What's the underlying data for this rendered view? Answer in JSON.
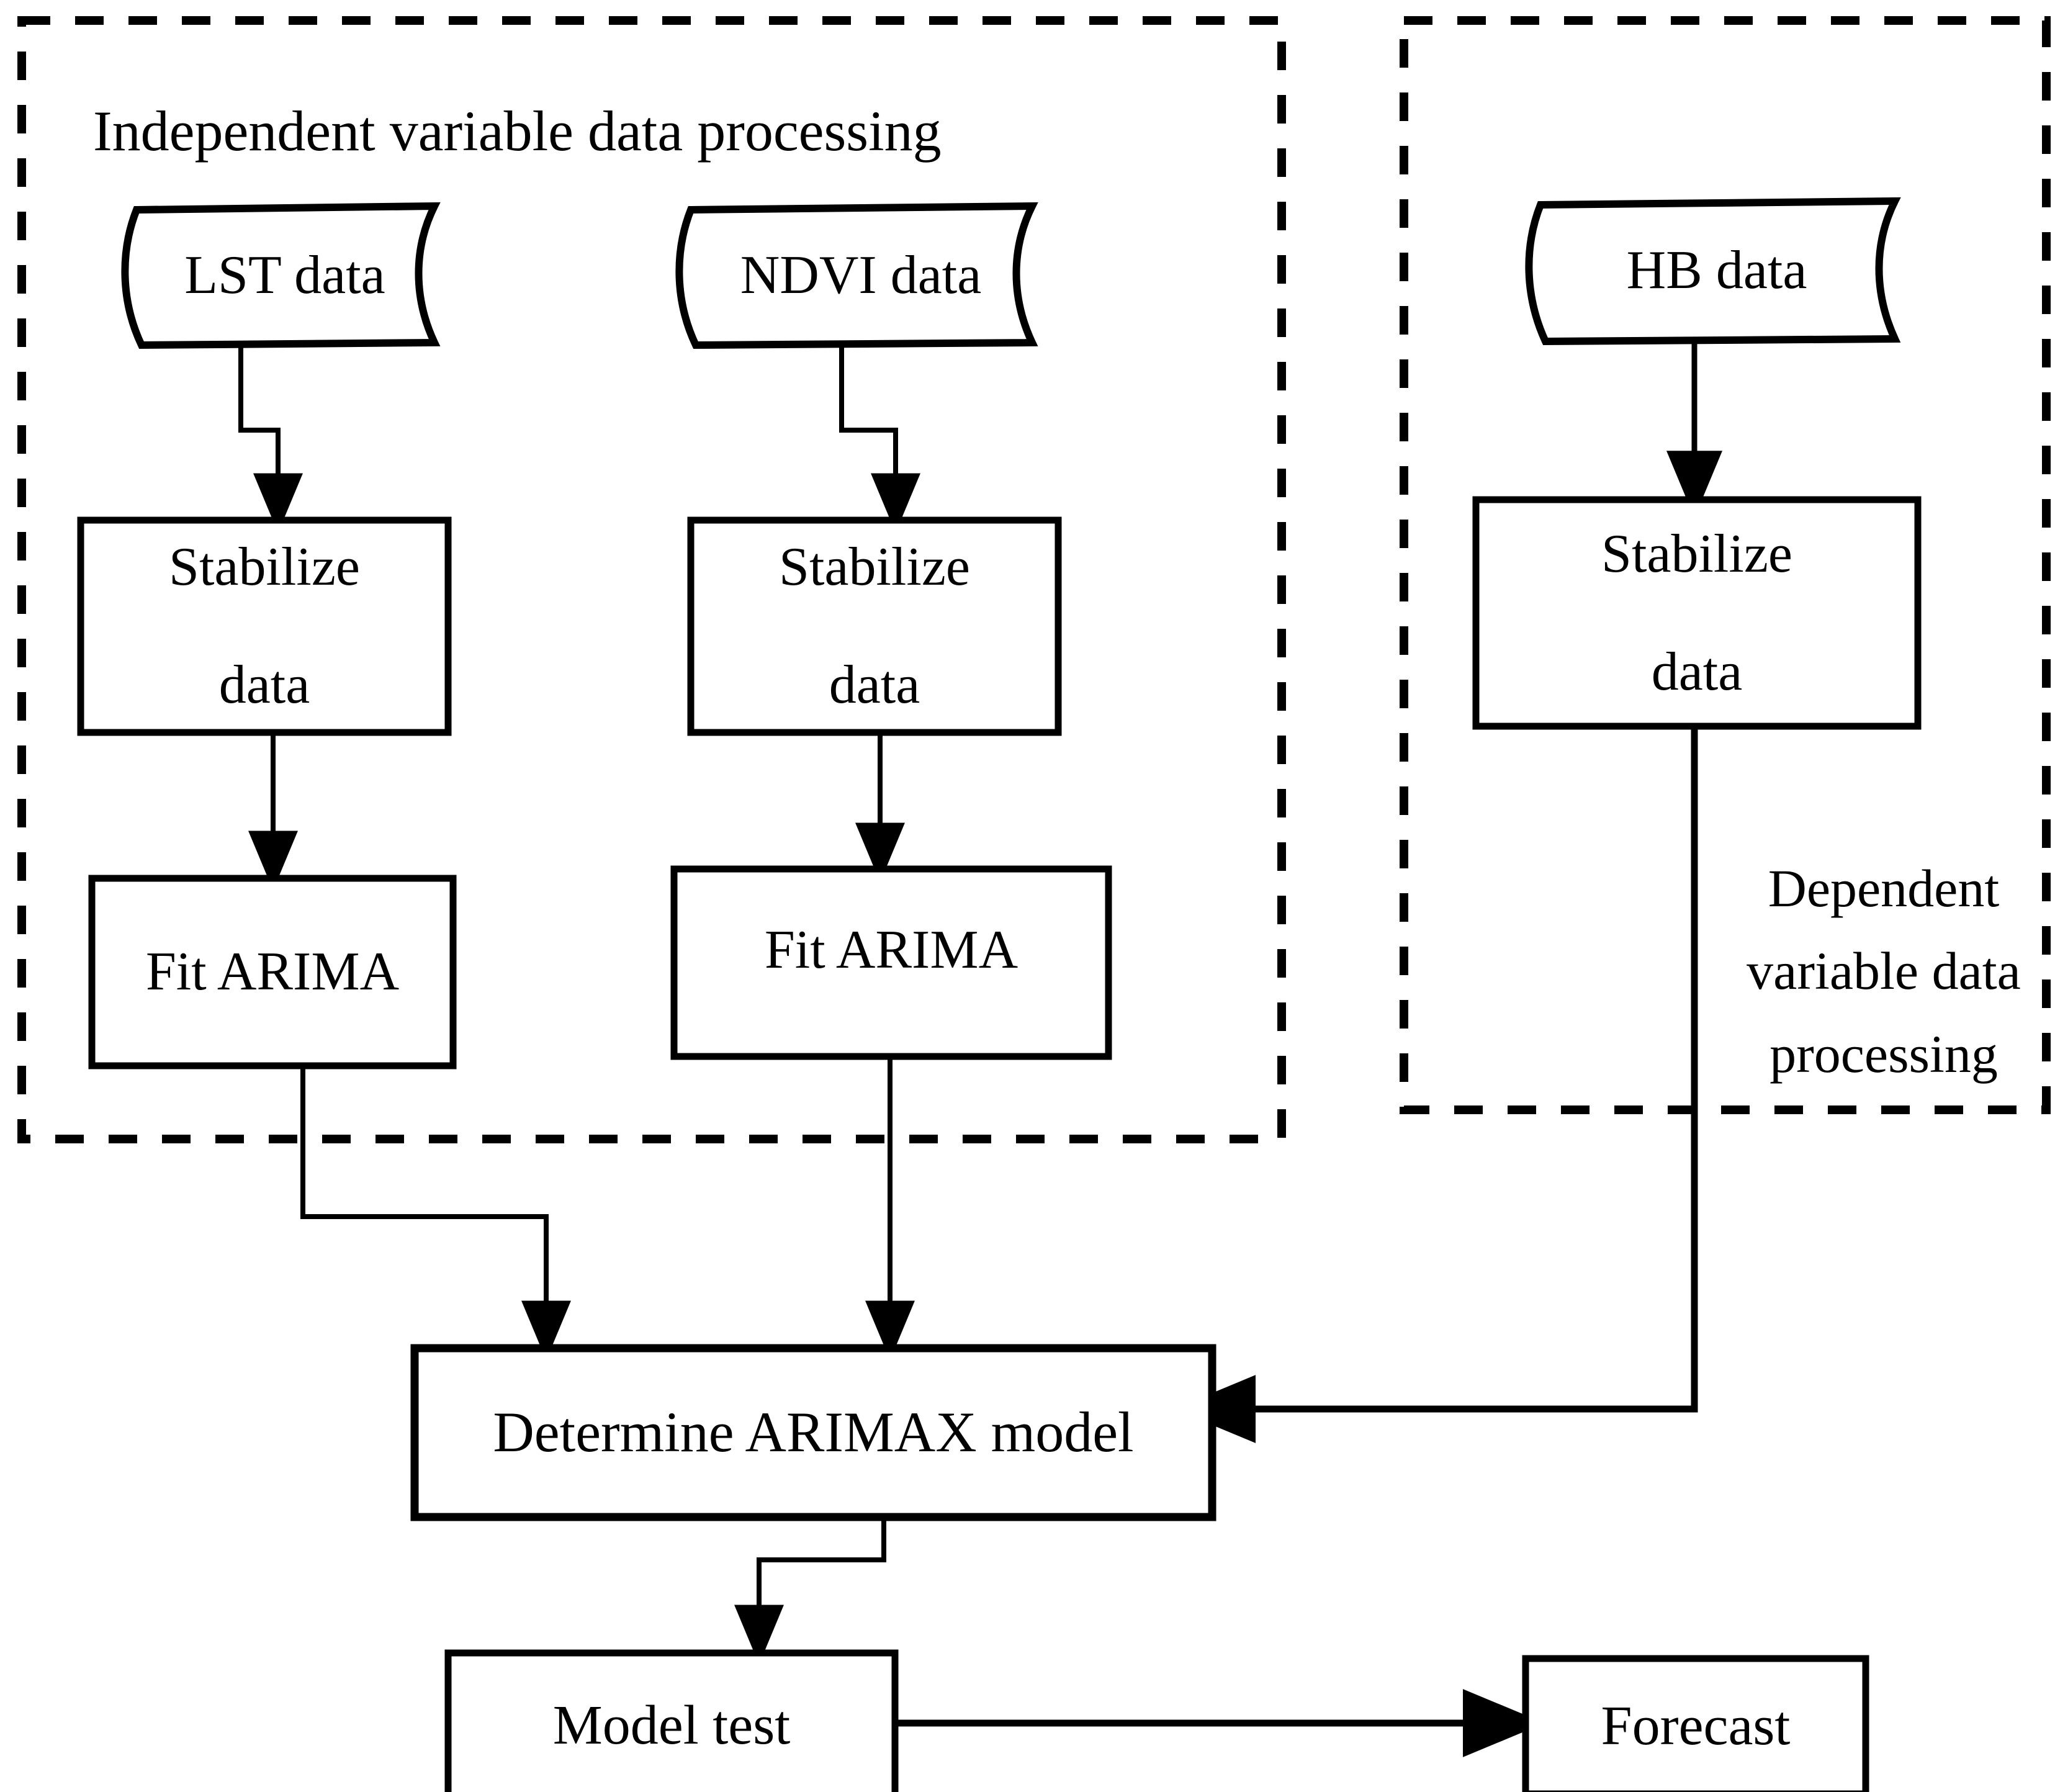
{
  "diagram": {
    "title": "ARIMAX modelling workflow flowchart",
    "stroke_color": "#000000",
    "fill_color": "#ffffff",
    "background": "#ffffff",
    "groups": [
      {
        "id": "independent",
        "label": "Independent variable data processing",
        "border": "dashed"
      },
      {
        "id": "dependent",
        "label": "Dependent variable data\nprocessing",
        "label_lines": [
          "Dependent",
          "variable data",
          "processing"
        ],
        "border": "dashed"
      }
    ],
    "nodes": [
      {
        "id": "lst-data",
        "label": "LST data",
        "shape": "document"
      },
      {
        "id": "ndvi-data",
        "label": "NDVI data",
        "shape": "document"
      },
      {
        "id": "hb-data",
        "label": "HB data",
        "shape": "document"
      },
      {
        "id": "stabilize-lst",
        "label": "Stabilize\ndata",
        "shape": "process",
        "lines": [
          "Stabilize",
          "data"
        ]
      },
      {
        "id": "stabilize-ndvi",
        "label": "Stabilize\ndata",
        "shape": "process",
        "lines": [
          "Stabilize",
          "data"
        ]
      },
      {
        "id": "stabilize-hb",
        "label": "Stabilize\ndata",
        "shape": "process",
        "lines": [
          "Stabilize",
          "data"
        ]
      },
      {
        "id": "fit-arima-lst",
        "label": "Fit ARIMA",
        "shape": "process"
      },
      {
        "id": "fit-arima-ndvi",
        "label": "Fit ARIMA",
        "shape": "process"
      },
      {
        "id": "determine-arimax",
        "label": "Determine ARIMAX model",
        "shape": "process"
      },
      {
        "id": "model-test",
        "label": "Model test",
        "shape": "process"
      },
      {
        "id": "forecast",
        "label": "Forecast",
        "shape": "process"
      }
    ],
    "edges": [
      {
        "from": "lst-data",
        "to": "stabilize-lst",
        "style": "elbow",
        "arrow": true
      },
      {
        "from": "ndvi-data",
        "to": "stabilize-ndvi",
        "style": "elbow",
        "arrow": true
      },
      {
        "from": "hb-data",
        "to": "stabilize-hb",
        "style": "straight",
        "arrow": true
      },
      {
        "from": "stabilize-lst",
        "to": "fit-arima-lst",
        "style": "straight",
        "arrow": true
      },
      {
        "from": "stabilize-ndvi",
        "to": "fit-arima-ndvi",
        "style": "straight",
        "arrow": true
      },
      {
        "from": "fit-arima-lst",
        "to": "determine-arimax",
        "style": "elbow",
        "arrow": true
      },
      {
        "from": "fit-arima-ndvi",
        "to": "determine-arimax",
        "style": "straight",
        "arrow": true
      },
      {
        "from": "stabilize-hb",
        "to": "determine-arimax",
        "style": "elbow-left",
        "arrow": true
      },
      {
        "from": "determine-arimax",
        "to": "model-test",
        "style": "elbow",
        "arrow": true
      },
      {
        "from": "model-test",
        "to": "forecast",
        "style": "straight-right",
        "arrow": true
      }
    ]
  }
}
